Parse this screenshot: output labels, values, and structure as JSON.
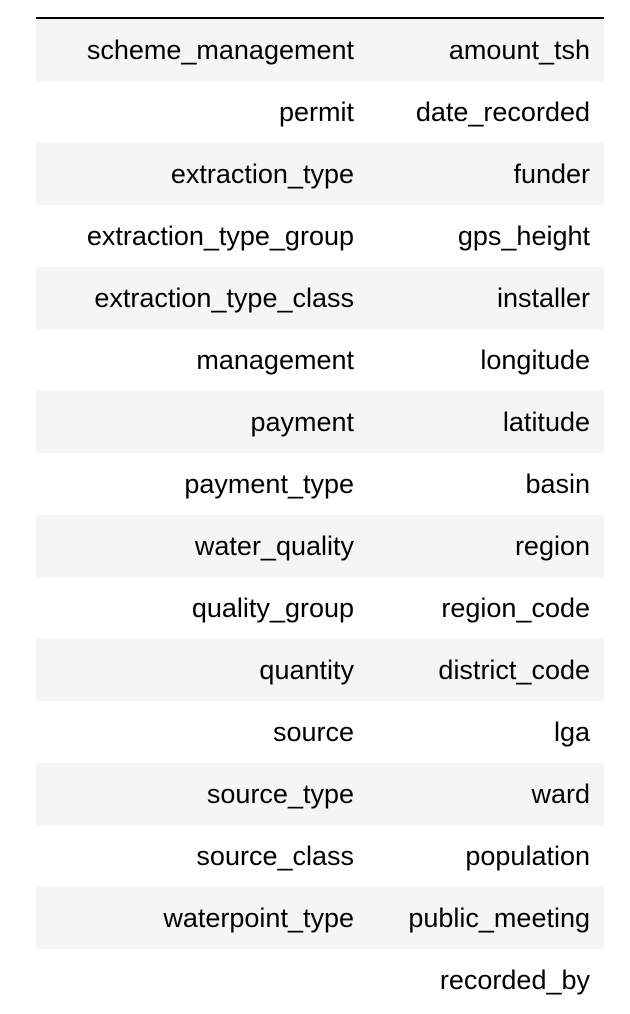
{
  "table": {
    "rows": [
      [
        "scheme_management",
        "amount_tsh"
      ],
      [
        "permit",
        "date_recorded"
      ],
      [
        "extraction_type",
        "funder"
      ],
      [
        "extraction_type_group",
        "gps_height"
      ],
      [
        "extraction_type_class",
        "installer"
      ],
      [
        "management",
        "longitude"
      ],
      [
        "payment",
        "latitude"
      ],
      [
        "payment_type",
        "basin"
      ],
      [
        "water_quality",
        "region"
      ],
      [
        "quality_group",
        "region_code"
      ],
      [
        "quantity",
        "district_code"
      ],
      [
        "source",
        "lga"
      ],
      [
        "source_type",
        "ward"
      ],
      [
        "source_class",
        "population"
      ],
      [
        "waterpoint_type",
        "public_meeting"
      ],
      [
        "",
        "recorded_by"
      ]
    ]
  }
}
